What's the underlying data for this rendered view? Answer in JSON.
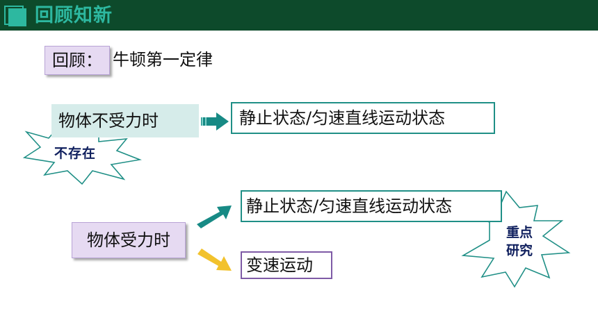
{
  "header": {
    "title": "回顾知新"
  },
  "review": {
    "label": "回顾：",
    "text": "牛顿第一定律"
  },
  "case_no_force": {
    "label": "物体不受力时",
    "result": "静止状态/匀速直线运动状态",
    "star_label": "不存在"
  },
  "case_force": {
    "label": "物体受力时",
    "result_balanced": "静止状态/匀速直线运动状态",
    "result_unbalanced": "变速运动",
    "star_label_line1": "重点",
    "star_label_line2": "研究"
  },
  "colors": {
    "header_bg": "#0d4a2b",
    "accent_teal": "#2db8a0",
    "box_teal_border": "#1f8f86",
    "lavender_fill": "#e6daf2",
    "mint_fill": "#d6ecea",
    "arrow_teal": "#178a85",
    "arrow_gold": "#f2c22c",
    "purple_border": "#7e5aa6",
    "star_text": "#10205e"
  }
}
